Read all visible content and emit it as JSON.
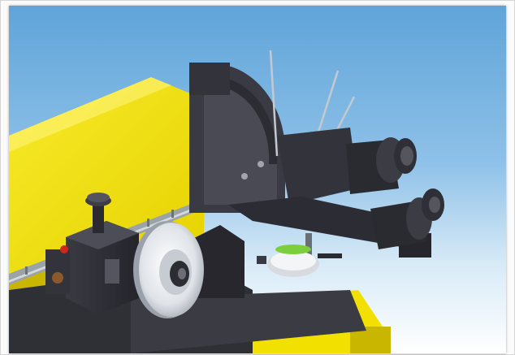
{
  "scene": {
    "colors": {
      "sky_top": "#5fa4d9",
      "sky_bottom": "#ffffff",
      "table_yellow": "#f2e000",
      "table_yellow_dark": "#c9b600",
      "machine_dark": "#2b2b33",
      "machine_mid": "#44444e",
      "rail_grey": "#9aa3a8",
      "wheel_light": "#e6e9ee",
      "gauge_green": "#7ccf3c",
      "accent_red": "#d0261e"
    },
    "components": [
      "yellow-work-table",
      "linear-rail",
      "grinding-wheel-head",
      "height-adjust-knob",
      "pivot-arc-fixture",
      "measuring-needles",
      "dual-arm-holder",
      "dial-indicator"
    ]
  }
}
